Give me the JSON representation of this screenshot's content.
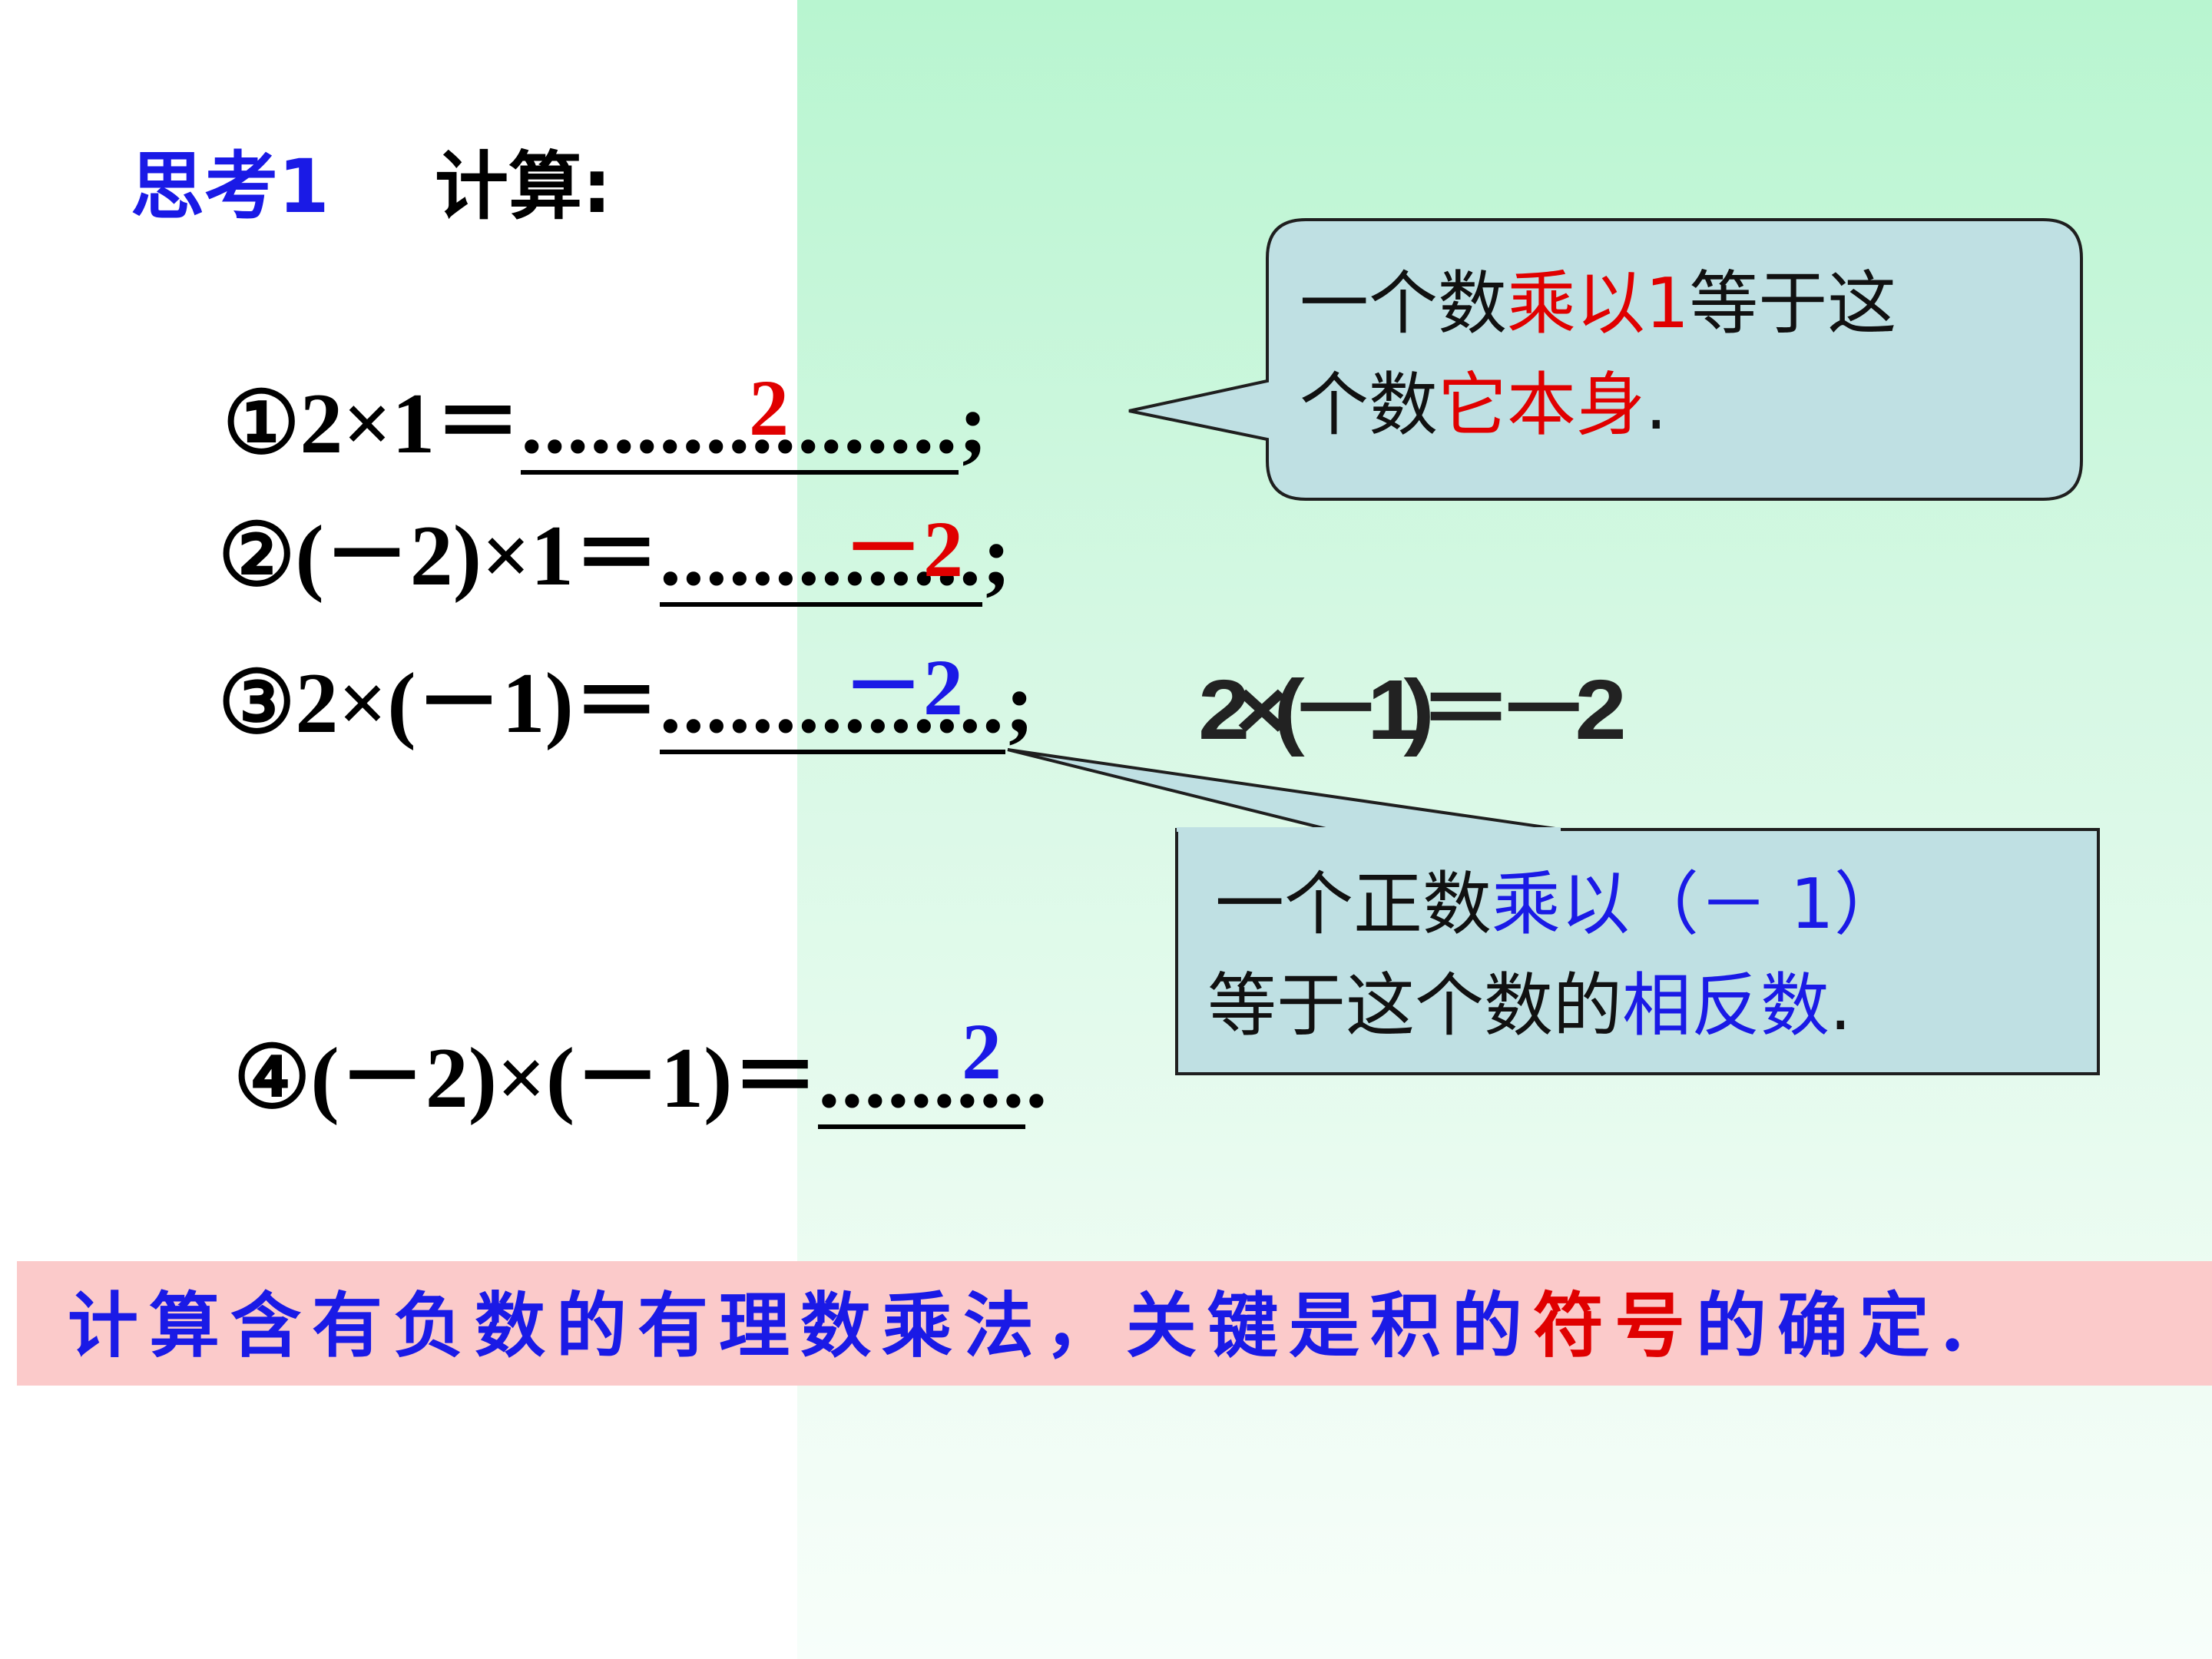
{
  "heading": {
    "label": "思考1",
    "text": "计算:"
  },
  "equations": [
    {
      "expr": "①2×1＝",
      "dots": "...................",
      "tail": ";",
      "answer": "2"
    },
    {
      "expr": "②(－2)×1＝",
      "dots": "..............",
      "tail": ";",
      "answer": "－2"
    },
    {
      "expr": "③2×(－1)＝",
      "dots": "...............",
      "tail": ";",
      "answer": "－2"
    },
    {
      "expr": "④(－2)×(－1)＝",
      "dots": ".........",
      "tail": ".",
      "answer": "2"
    }
  ],
  "garbled_text": "2×(－1)＝－2",
  "callout1": {
    "p1": "一个数",
    "p2": "乘以1",
    "p3": "等于这",
    "p4": "个数",
    "p5": "它本身",
    "p6": "."
  },
  "callout2": {
    "p1": "一个正数",
    "p2": "乘以（－ 1）",
    "p3": "等于这个数的",
    "p4": "相反数",
    "p5": "."
  },
  "banner": {
    "p1": "计算含有负数的有理数乘法，关键是积的",
    "p2": "符号",
    "p3": "的确定."
  },
  "colors": {
    "red": "#e00000",
    "blue": "#1a1ae6",
    "bubble_fill": "#bfe0e3",
    "banner_fill": "#fbcaca",
    "green_bg": "#b8f5d0"
  }
}
